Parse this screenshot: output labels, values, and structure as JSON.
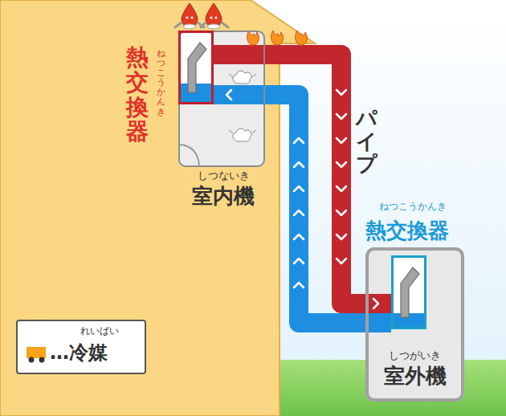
{
  "diagram": {
    "nodes": [
      {
        "text": [
          "しつないき",
          "室内機"
        ]
      },
      {
        "text": [
          "ねつこうかんき",
          "熱交換器"
        ],
        "in": 0
      },
      {
        "text": [
          "しつがいき",
          "室外機"
        ]
      },
      {
        "text": [
          "ねつこうかんき",
          "熱交換器"
        ],
        "in": 2
      }
    ],
    "edges": [
      {
        "from": 1,
        "to": 3,
        "arrow": "to",
        "label": "パイプ"
      },
      {
        "from": 3,
        "to": 1,
        "arrow": "to"
      }
    ],
    "labels": [
      "れいばい"
    ],
    "legend": [
      {
        "text": "…冷媒",
        "color": "#f5a31a"
      }
    ]
  }
}
